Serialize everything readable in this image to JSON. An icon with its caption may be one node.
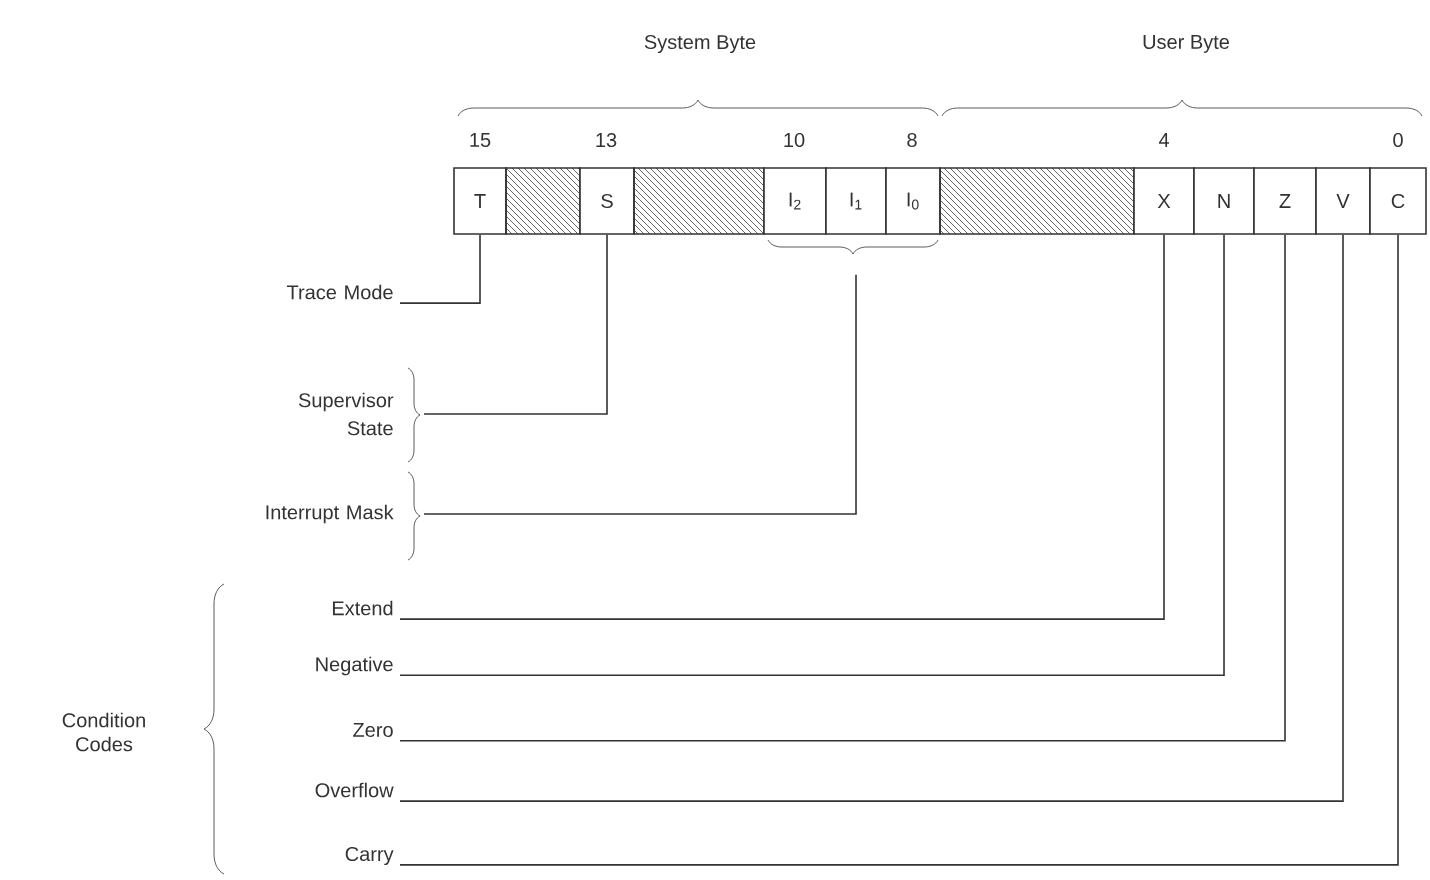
{
  "diagram": {
    "nodes": [
      {
        "text": [
          "T"
        ]
      },
      {
        "text": [],
        "shape": "box"
      },
      {
        "text": [
          "S"
        ]
      },
      {
        "text": [],
        "shape": "box"
      },
      {
        "text": [
          "I$_{2}$"
        ]
      },
      {
        "text": [
          "I$_{1}$"
        ]
      },
      {
        "text": [
          "I$_{0}$"
        ]
      },
      {
        "text": [],
        "shape": "box"
      },
      {
        "text": [
          "X"
        ]
      },
      {
        "text": [
          "N"
        ]
      },
      {
        "text": [
          "Z"
        ]
      },
      {
        "text": [
          "V"
        ]
      },
      {
        "text": [
          "C"
        ]
      },
      {
        "text": [
          "Trace Mode"
        ]
      },
      {
        "text": [
          "Supervisor State"
        ]
      },
      {
        "text": [
          "Interrupt Mask"
        ]
      },
      {
        "text": [
          "Extend"
        ]
      },
      {
        "text": [
          "Negative"
        ]
      },
      {
        "text": [
          "Zero"
        ]
      },
      {
        "text": [
          "Overflow"
        ]
      },
      {
        "text": [
          "Carry"
        ]
      }
    ],
    "edges": [
      {
        "from": 13,
        "to": 0,
        "arrow": "none"
      },
      {
        "from": 14,
        "to": 2,
        "arrow": "none"
      },
      {
        "from": 15,
        "to": 5,
        "arrow": "none"
      },
      {
        "from": 16,
        "to": 8,
        "arrow": "none"
      },
      {
        "from": 17,
        "to": 9,
        "arrow": "none"
      },
      {
        "from": 18,
        "to": 10,
        "arrow": "none"
      },
      {
        "from": 19,
        "to": 11,
        "arrow": "none"
      },
      {
        "from": 20,
        "to": 12,
        "arrow": "none"
      }
    ],
    "labels": [
      "System Byte",
      "User Byte",
      "15",
      "13",
      "10",
      "8",
      "4",
      "0",
      "Condition Codes"
    ]
  }
}
